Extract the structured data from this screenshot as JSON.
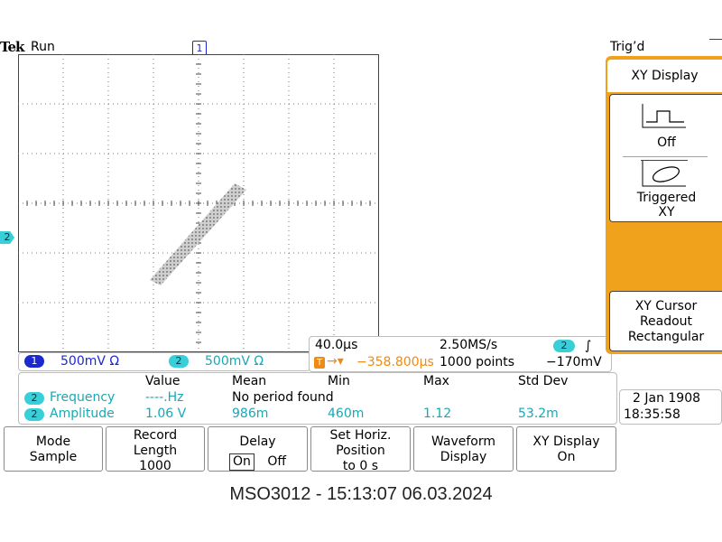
{
  "header": {
    "logo": "Tek",
    "acq_state": "Run",
    "trigger_status": "Trig’d",
    "trigger_position_marker": "1"
  },
  "screen": {
    "ch2_marker": "2",
    "xy_trace_color": "#a0a0a0"
  },
  "channels": {
    "ch1": {
      "number": "1",
      "scale": "500mV Ω",
      "color": "#1a2ad0"
    },
    "ch2": {
      "number": "2",
      "scale": "500mV Ω",
      "color": "#38cfd9"
    }
  },
  "horizontal": {
    "time_per_div": "40.0µs",
    "sample_rate": "2.50MS/s",
    "trigger_source": "2",
    "trigger_slope_icon": "rising-edge-icon",
    "trigger_slope_glyph": "∫",
    "trigger_level": "−170mV",
    "trigger_position_tag": "T",
    "trigger_position_arrow": "→▾",
    "trigger_position": "−358.800µs",
    "record_points": "1000 points"
  },
  "measurements": {
    "headers": [
      "Value",
      "Mean",
      "Min",
      "Max",
      "Std Dev"
    ],
    "rows": [
      {
        "channel": "2",
        "name": "Frequency",
        "value": "----.Hz",
        "mean": "No period found",
        "min": "",
        "max": "",
        "stddev": ""
      },
      {
        "channel": "2",
        "name": "Amplitude",
        "value": "1.06 V",
        "mean": "986m",
        "min": "460m",
        "max": "1.12",
        "stddev": "53.2m"
      }
    ]
  },
  "datetime": {
    "date": "2 Jan  1908",
    "time": "18:35:58"
  },
  "softkeys": {
    "mode": [
      "Mode",
      "Sample"
    ],
    "record_length": [
      "Record",
      "Length",
      "1000"
    ],
    "delay": {
      "title": "Delay",
      "on": "On",
      "off": "Off"
    },
    "set_horiz": [
      "Set Horiz.",
      "Position",
      "to 0 s"
    ],
    "waveform_display": [
      "Waveform",
      "Display"
    ],
    "xy_display": [
      "XY Display",
      "On"
    ]
  },
  "side_menu": {
    "title": "XY Display",
    "off_label": "Off",
    "triggered_label_1": "Triggered",
    "triggered_label_2": "XY",
    "cursor_label": [
      "XY Cursor",
      "Readout",
      "Rectangular"
    ]
  },
  "footer": "MSO3012 - 15:13:07   06.03.2024"
}
